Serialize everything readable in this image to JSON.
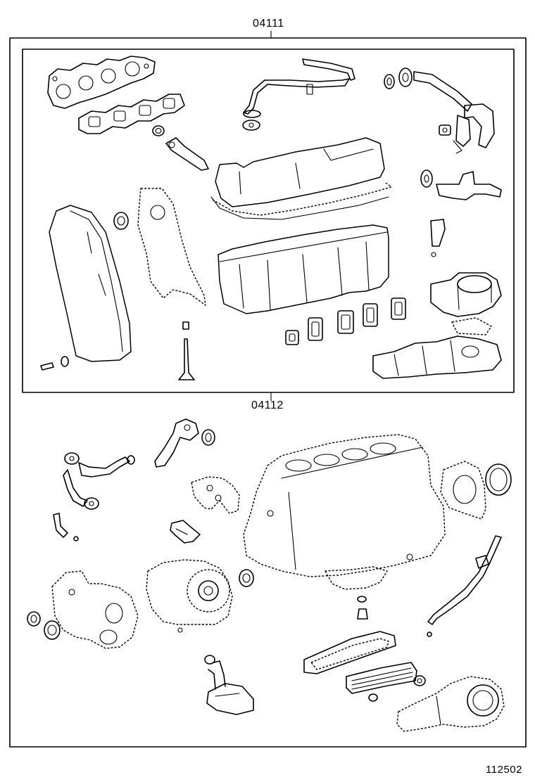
{
  "labels": {
    "upper_kit": "04111",
    "lower_kit": "04112",
    "diagram_code": "112502"
  }
}
